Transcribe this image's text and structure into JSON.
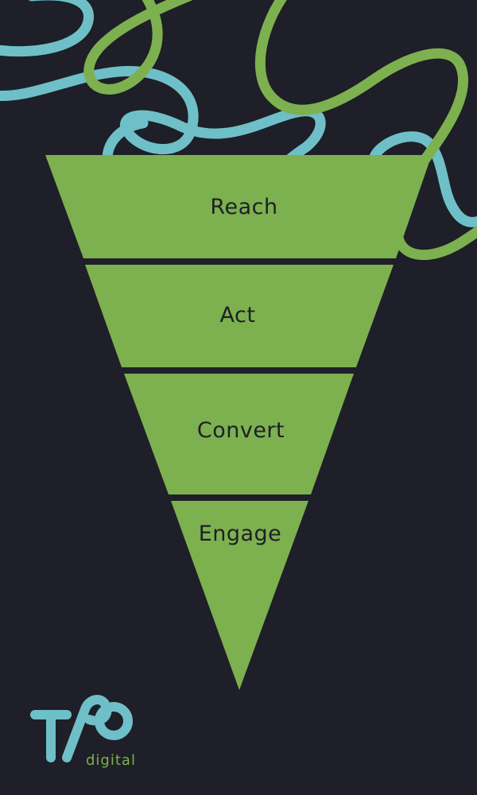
{
  "funnel": {
    "stages": [
      {
        "label": "Reach"
      },
      {
        "label": "Act"
      },
      {
        "label": "Convert"
      },
      {
        "label": "Engage"
      }
    ]
  },
  "logo": {
    "wordmark": "TAO",
    "subtitle": "digital"
  },
  "colors": {
    "background": "#1e1f28",
    "funnel_green": "#7db04f",
    "squiggle_blue": "#6fbfc8",
    "squiggle_green": "#7db04f",
    "label_text": "#1e1f28",
    "logo_blue": "#6fbfc8",
    "logo_green": "#7db04f"
  }
}
